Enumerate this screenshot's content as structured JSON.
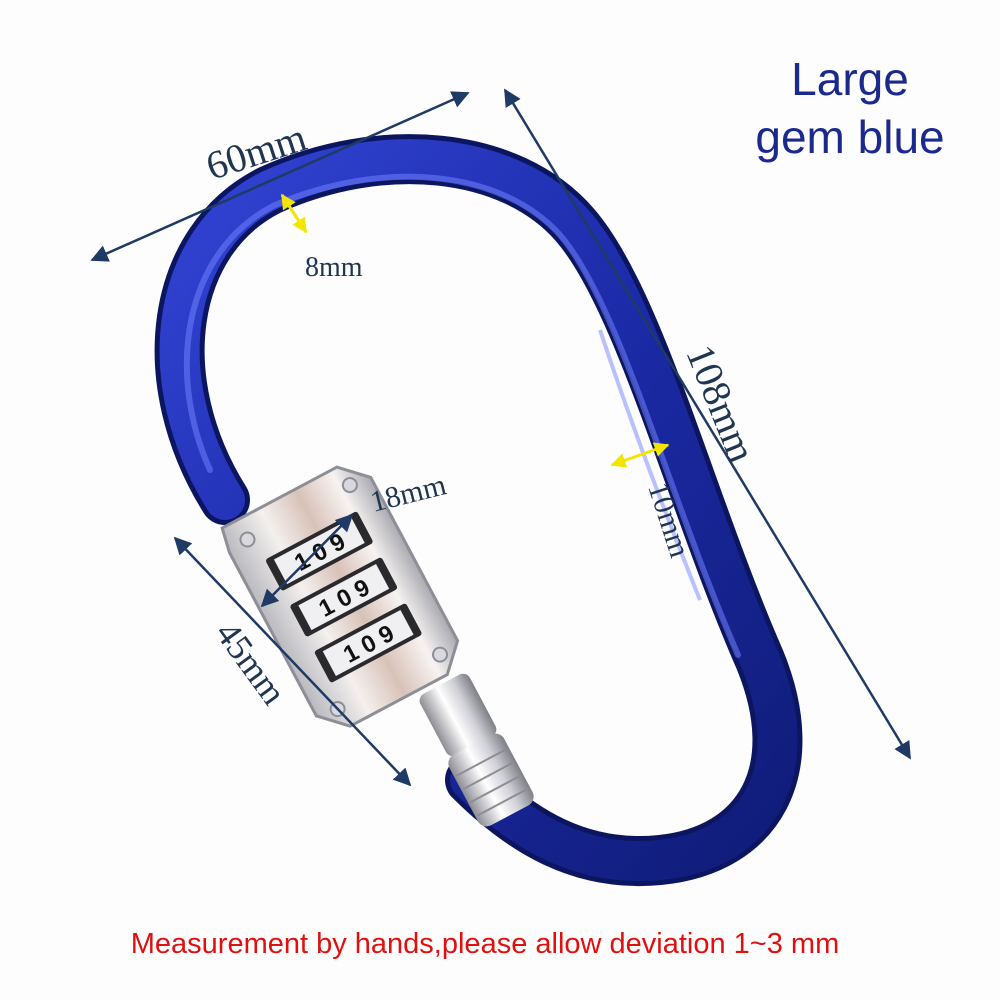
{
  "title": {
    "line1": "Large",
    "line2": "gem blue"
  },
  "dimensions": {
    "width": "60mm",
    "wire": "8mm",
    "length": "108mm",
    "side": "10mm",
    "lock_width": "18mm",
    "lock_length": "45mm"
  },
  "lock_digits": {
    "row1": "1 0 9",
    "row2": "1 0 9",
    "row3": "1 0 9"
  },
  "note": "Measurement by hands,please allow deviation 1~3 mm",
  "colors": {
    "carabiner_blue": "#1f2ea8",
    "dimension_line": "#1f3a64",
    "wire_arrow": "#f2e600",
    "title_text": "#1a2a8c",
    "note_text": "#e01010"
  }
}
